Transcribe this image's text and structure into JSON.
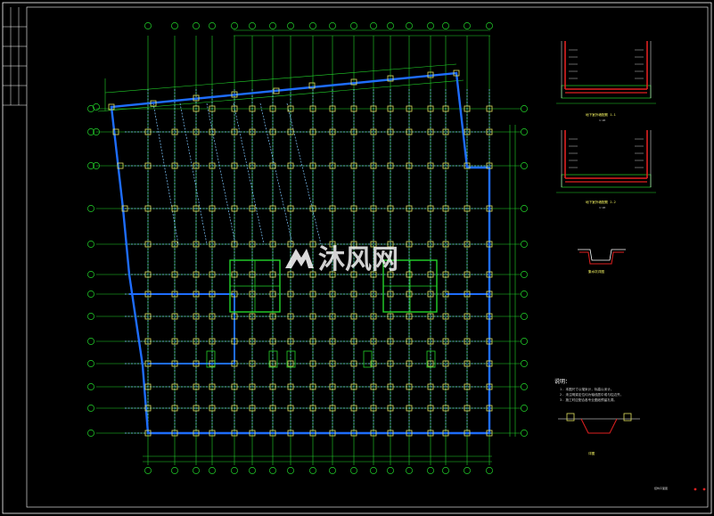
{
  "colors": {
    "background": "#000000",
    "grid_line": "#22d32a",
    "grid_bubble": "#22d32a",
    "beam_dashed": "#7ec8ff",
    "outer_wall": "#1e6dff",
    "column": "#e0e060",
    "section_red": "#e02020",
    "hatch": "#00e0e0",
    "text": "#ffffff",
    "accent_yellow": "#ffff33",
    "frame": "#ffffff"
  },
  "watermark": {
    "text": "沐风网",
    "icon": "mufeng-logo-icon"
  },
  "sections": [
    {
      "caption": "地下室外墙配筋 1-1",
      "sub": "1:20"
    },
    {
      "caption": "地下室外墙配筋 2-2",
      "sub": "1:20"
    },
    {
      "caption": "集水坑详图",
      "sub": ""
    }
  ],
  "notes": {
    "heading": "说明：",
    "lines": [
      "1. 本图尺寸以毫米计，标高以米计。",
      "2. 未注明梁定位均为轴线居中或与柱边齐。",
      "3. 施工时应配合各专业图纸预留孔洞。"
    ],
    "detail_caption": "详图"
  },
  "title_block": {
    "sheet_label": "结构平面图"
  }
}
